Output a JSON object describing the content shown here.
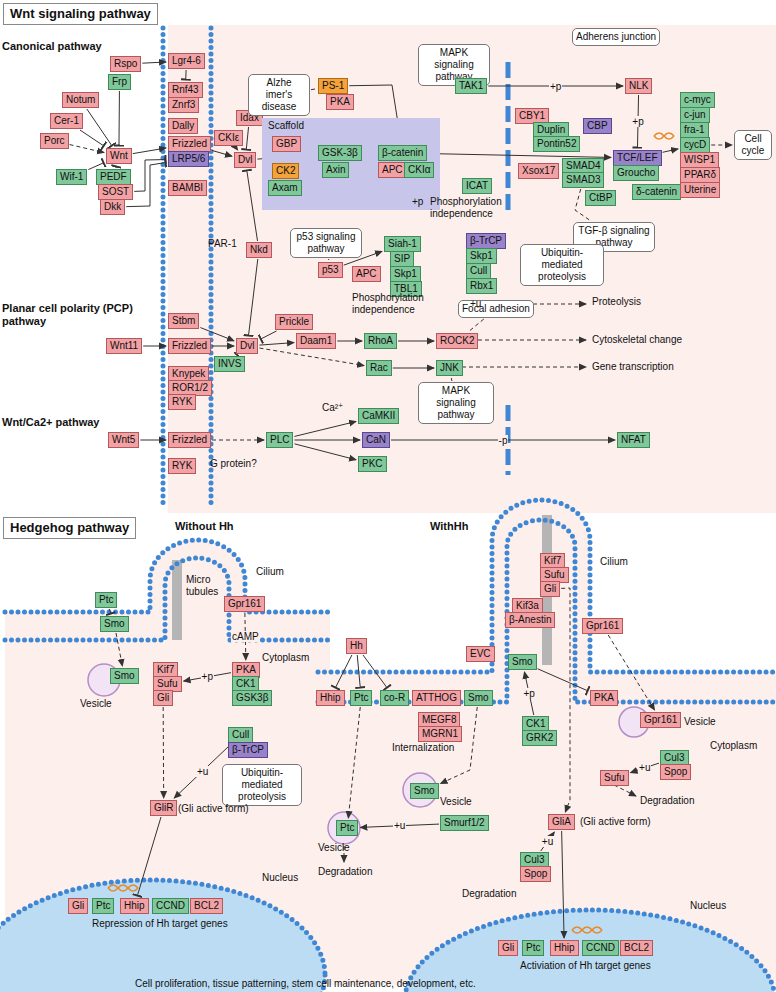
{
  "diagram": {
    "nodes": [
      {
        "text": [
          "Wnt signaling pathway"
        ]
      },
      {
        "text": [
          "Rspo"
        ]
      },
      {
        "text": [
          "Lgr4-6"
        ]
      },
      {
        "text": [
          "Rnf43"
        ]
      },
      {
        "text": [
          "Znrf3"
        ]
      },
      {
        "text": [
          "Notum"
        ]
      },
      {
        "text": [
          "Frp"
        ]
      },
      {
        "text": [
          "Dally"
        ]
      },
      {
        "text": [
          "Cer-1"
        ]
      },
      {
        "text": [
          "Porc"
        ]
      },
      {
        "text": [
          "Wnt"
        ]
      },
      {
        "text": [
          "Frizzled"
        ]
      },
      {
        "text": [
          "LRP5/6"
        ]
      },
      {
        "text": [
          "Wif-1"
        ]
      },
      {
        "text": [
          "PEDF"
        ]
      },
      {
        "text": [
          "SOST"
        ]
      },
      {
        "text": [
          "BAMBI"
        ]
      },
      {
        "text": [
          "Dkk"
        ]
      },
      {
        "text": [
          "Idax"
        ]
      },
      {
        "text": [
          "CKIε"
        ]
      },
      {
        "text": [
          "Dvl"
        ]
      },
      {
        "text": [
          "Alzhe imer's disease"
        ]
      },
      {
        "text": [
          "PS-1"
        ]
      },
      {
        "text": [
          "PKA"
        ]
      },
      {
        "text": [
          "Scaffold"
        ]
      },
      {
        "text": [
          "GBP"
        ],
        "in": 24
      },
      {
        "text": [
          "CK2"
        ],
        "in": 24
      },
      {
        "text": [
          "Axam"
        ],
        "in": 24
      },
      {
        "text": [
          "GSK-3β"
        ],
        "in": 24
      },
      {
        "text": [
          "Axin"
        ],
        "in": 24
      },
      {
        "text": [
          "β-catenin"
        ],
        "in": 24
      },
      {
        "text": [
          "APC"
        ],
        "in": 24
      },
      {
        "text": [
          "CKIα"
        ],
        "in": 24
      },
      {
        "text": [
          "MAPK signaling pathway"
        ]
      },
      {
        "text": [
          "TAK1"
        ]
      },
      {
        "text": [
          "Adherens junction"
        ]
      },
      {
        "text": [
          "NLK"
        ]
      },
      {
        "text": [
          "CBY1"
        ]
      },
      {
        "text": [
          "Duplin"
        ]
      },
      {
        "text": [
          "Pontin52"
        ]
      },
      {
        "text": [
          "CBP"
        ]
      },
      {
        "text": [
          "TCF/LEF"
        ]
      },
      {
        "text": [
          "Xsox17"
        ]
      },
      {
        "text": [
          "SMAD4"
        ]
      },
      {
        "text": [
          "SMAD3"
        ]
      },
      {
        "text": [
          "Groucho"
        ]
      },
      {
        "text": [
          "CtBP"
        ]
      },
      {
        "text": [
          "δ-catenin"
        ]
      },
      {
        "text": [
          "c-myc"
        ]
      },
      {
        "text": [
          "c-jun"
        ]
      },
      {
        "text": [
          "fra-1"
        ]
      },
      {
        "text": [
          "cycD"
        ]
      },
      {
        "text": [
          "WISP1"
        ]
      },
      {
        "text": [
          "PPARδ"
        ]
      },
      {
        "text": [
          "Uterine"
        ]
      },
      {
        "text": [
          "Cell cycle"
        ]
      },
      {
        "text": [
          "ICAT"
        ]
      },
      {
        "text": [
          "TGF-β signaling pathway"
        ]
      },
      {
        "text": [
          "p53 signaling pathway"
        ]
      },
      {
        "text": [
          "p53"
        ]
      },
      {
        "text": [
          "Siah-1"
        ]
      },
      {
        "text": [
          "SIP"
        ]
      },
      {
        "text": [
          "Skp1"
        ]
      },
      {
        "text": [
          "TBL1"
        ]
      },
      {
        "text": [
          "APC"
        ]
      },
      {
        "text": [
          "β-TrCP"
        ]
      },
      {
        "text": [
          "Skp1"
        ]
      },
      {
        "text": [
          "Cull"
        ]
      },
      {
        "text": [
          "Rbx1"
        ]
      },
      {
        "text": [
          "Ubiquitin-mediated proteolysis"
        ]
      },
      {
        "text": [
          "Nkd"
        ]
      },
      {
        "text": [
          "Stbm"
        ]
      },
      {
        "text": [
          "Prickle"
        ]
      },
      {
        "text": [
          "Wnt11"
        ]
      },
      {
        "text": [
          "Frizzled"
        ]
      },
      {
        "text": [
          "INVS"
        ]
      },
      {
        "text": [
          "Knypek"
        ]
      },
      {
        "text": [
          "ROR1/2"
        ]
      },
      {
        "text": [
          "RYK"
        ]
      },
      {
        "text": [
          "Dvl"
        ]
      },
      {
        "text": [
          "Daam1"
        ]
      },
      {
        "text": [
          "RhoA"
        ]
      },
      {
        "text": [
          "ROCK2"
        ]
      },
      {
        "text": [
          "Focal adhesion"
        ]
      },
      {
        "text": [
          "Rac"
        ]
      },
      {
        "text": [
          "JNK"
        ]
      },
      {
        "text": [
          "MAPK signaling pathway"
        ]
      },
      {
        "text": [
          "Wnt5"
        ]
      },
      {
        "text": [
          "Frizzled"
        ]
      },
      {
        "text": [
          "RYK"
        ]
      },
      {
        "text": [
          "PLC"
        ]
      },
      {
        "text": [
          "CaMKII"
        ]
      },
      {
        "text": [
          "CaN"
        ]
      },
      {
        "text": [
          "PKC"
        ]
      },
      {
        "text": [
          "NFAT"
        ]
      },
      {
        "text": [
          "Hedgehog pathway"
        ]
      },
      {
        "text": [
          "Ptc"
        ]
      },
      {
        "text": [
          "Smo"
        ]
      },
      {
        "text": [
          "Smo"
        ]
      },
      {
        "text": [
          "Gpr161"
        ]
      },
      {
        "text": [
          "Kif7"
        ]
      },
      {
        "text": [
          "Sufu"
        ]
      },
      {
        "text": [
          "Gli"
        ]
      },
      {
        "text": [
          "PKA"
        ]
      },
      {
        "text": [
          "CK1"
        ]
      },
      {
        "text": [
          "GSK3β"
        ]
      },
      {
        "text": [
          "Cull"
        ]
      },
      {
        "text": [
          "β-TrCP"
        ]
      },
      {
        "text": [
          "Ubiquitin-mediated proteolysis"
        ]
      },
      {
        "text": [
          "GliR"
        ]
      },
      {
        "text": [
          "Gli"
        ]
      },
      {
        "text": [
          "Ptc"
        ]
      },
      {
        "text": [
          "Hhip"
        ]
      },
      {
        "text": [
          "CCND"
        ]
      },
      {
        "text": [
          "BCL2"
        ]
      },
      {
        "text": [
          "Hh"
        ]
      },
      {
        "text": [
          "Hhip"
        ]
      },
      {
        "text": [
          "Ptc"
        ]
      },
      {
        "text": [
          "co-R"
        ]
      },
      {
        "text": [
          "ATTHOG"
        ]
      },
      {
        "text": [
          "Smo"
        ]
      },
      {
        "text": [
          "EVC"
        ]
      },
      {
        "text": [
          "Smo"
        ]
      },
      {
        "text": [
          "Kif7"
        ]
      },
      {
        "text": [
          "Sufu"
        ]
      },
      {
        "text": [
          "Gli"
        ]
      },
      {
        "text": [
          "Kif3a"
        ]
      },
      {
        "text": [
          "β-Anestin"
        ]
      },
      {
        "text": [
          "Gpr161"
        ]
      },
      {
        "text": [
          "MEGF8"
        ]
      },
      {
        "text": [
          "MGRN1"
        ]
      },
      {
        "text": [
          "CK1"
        ]
      },
      {
        "text": [
          "GRK2"
        ]
      },
      {
        "text": [
          "PKA"
        ]
      },
      {
        "text": [
          "Smo"
        ]
      },
      {
        "text": [
          "Ptc"
        ]
      },
      {
        "text": [
          "Smurf1/2"
        ]
      },
      {
        "text": [
          "Gpr161"
        ]
      },
      {
        "text": [
          "Cul3"
        ]
      },
      {
        "text": [
          "Spop"
        ]
      },
      {
        "text": [
          "Sufu"
        ]
      },
      {
        "text": [
          "GliA"
        ]
      },
      {
        "text": [
          "Cul3"
        ]
      },
      {
        "text": [
          "Spop"
        ]
      },
      {
        "text": [
          "Gli"
        ]
      },
      {
        "text": [
          "Ptc"
        ]
      },
      {
        "text": [
          "Hhip"
        ]
      },
      {
        "text": [
          "CCND"
        ]
      },
      {
        "text": [
          "BCL2"
        ]
      }
    ],
    "edges": [
      {
        "from": 1,
        "to": 2,
        "arrow": "to"
      },
      {
        "from": 2,
        "to": 3,
        "arrow": "to"
      },
      {
        "from": 5,
        "to": 10,
        "arrow": "to"
      },
      {
        "from": 6,
        "to": 10,
        "arrow": "to"
      },
      {
        "from": 8,
        "to": 10,
        "arrow": "to"
      },
      {
        "from": 9,
        "to": 10,
        "arrow": "to"
      },
      {
        "from": 13,
        "to": 10,
        "arrow": "to"
      },
      {
        "from": 14,
        "to": 10,
        "arrow": "to"
      },
      {
        "from": 15,
        "to": 12,
        "arrow": "to"
      },
      {
        "from": 17,
        "to": 12,
        "arrow": "to"
      },
      {
        "from": 10,
        "to": 11,
        "arrow": "to"
      },
      {
        "from": 11,
        "to": 20,
        "arrow": "to"
      },
      {
        "from": 18,
        "to": 20,
        "arrow": "to"
      },
      {
        "from": 19,
        "to": 20,
        "arrow": "to"
      },
      {
        "from": 20,
        "to": 28,
        "arrow": "to"
      },
      {
        "from": 21,
        "to": 22,
        "arrow": "none"
      },
      {
        "from": 22,
        "to": 30,
        "arrow": "to"
      },
      {
        "from": 30,
        "to": 41,
        "arrow": "to"
      },
      {
        "from": 33,
        "to": 34,
        "arrow": "none"
      },
      {
        "from": 34,
        "to": 36,
        "arrow": "to",
        "label": "+p"
      },
      {
        "from": 36,
        "to": 41,
        "arrow": "to",
        "label": "+p"
      },
      {
        "from": 41,
        "to": 51,
        "arrow": "to"
      },
      {
        "from": 51,
        "to": 55,
        "arrow": "to"
      },
      {
        "from": 44,
        "to": 57,
        "arrow": "none"
      },
      {
        "from": 58,
        "to": 59,
        "arrow": "none"
      },
      {
        "from": 59,
        "to": 60,
        "arrow": "to"
      },
      {
        "from": 70,
        "to": 20,
        "arrow": "to"
      },
      {
        "from": 70,
        "to": 79,
        "arrow": "to"
      },
      {
        "from": 73,
        "to": 74,
        "arrow": "to"
      },
      {
        "from": 74,
        "to": 79,
        "arrow": "to"
      },
      {
        "from": 75,
        "to": 79,
        "arrow": "to"
      },
      {
        "from": 72,
        "to": 79,
        "arrow": "to"
      },
      {
        "from": 71,
        "to": 79,
        "arrow": "to"
      },
      {
        "from": 79,
        "to": 80,
        "arrow": "to"
      },
      {
        "from": 80,
        "to": 81,
        "arrow": "to"
      },
      {
        "from": 81,
        "to": 82,
        "arrow": "to"
      },
      {
        "from": 79,
        "to": 84,
        "arrow": "to"
      },
      {
        "from": 84,
        "to": 85,
        "arrow": "to"
      },
      {
        "from": 86,
        "to": 85,
        "arrow": "none"
      },
      {
        "from": 83,
        "to": 82,
        "arrow": "none"
      },
      {
        "from": 87,
        "to": 88,
        "arrow": "to"
      },
      {
        "from": 88,
        "to": 90,
        "arrow": "to"
      },
      {
        "from": 90,
        "to": 91,
        "arrow": "to"
      },
      {
        "from": 90,
        "to": 92,
        "arrow": "to"
      },
      {
        "from": 90,
        "to": 93,
        "arrow": "to"
      },
      {
        "from": 92,
        "to": 94,
        "arrow": "to",
        "label": "-p"
      },
      {
        "from": 96,
        "to": 97,
        "arrow": "to"
      },
      {
        "from": 97,
        "to": 98,
        "arrow": "to"
      },
      {
        "from": 99,
        "to": 103,
        "arrow": "to",
        "label": "cAMP"
      },
      {
        "from": 103,
        "to": 101,
        "arrow": "to",
        "label": "+p"
      },
      {
        "from": 102,
        "to": 109,
        "arrow": "to"
      },
      {
        "from": 106,
        "to": 109,
        "arrow": "to",
        "label": "+u"
      },
      {
        "from": 109,
        "to": 112,
        "arrow": "to"
      },
      {
        "from": 115,
        "to": 116,
        "arrow": "to"
      },
      {
        "from": 115,
        "to": 117,
        "arrow": "to"
      },
      {
        "from": 115,
        "to": 118,
        "arrow": "to"
      },
      {
        "from": 117,
        "to": 135,
        "arrow": "to"
      },
      {
        "from": 136,
        "to": 135,
        "arrow": "to",
        "label": "+u"
      },
      {
        "from": 120,
        "to": 134,
        "arrow": "to"
      },
      {
        "from": 131,
        "to": 122,
        "arrow": "to",
        "label": "+p"
      },
      {
        "from": 122,
        "to": 133,
        "arrow": "to"
      },
      {
        "from": 128,
        "to": 137,
        "arrow": "to"
      },
      {
        "from": 125,
        "to": 141,
        "arrow": "to"
      },
      {
        "from": 138,
        "to": 140,
        "arrow": "to",
        "label": "+u"
      },
      {
        "from": 142,
        "to": 141,
        "arrow": "to",
        "label": "+u"
      },
      {
        "from": 141,
        "to": 146,
        "arrow": "to"
      }
    ],
    "labels": [
      "Canonical pathway",
      "Planar cell polarity (PCP) pathway",
      "Wnt/Ca2+ pathway",
      "PAR-1",
      "+p",
      "Phosphorylation independence",
      "Phosphorylation independence",
      "+u",
      "Proteolysis",
      "Cytoskeletal change",
      "Gene transcription",
      "Ca²⁺",
      "G protein?",
      "Without Hh",
      "WithHh",
      "Micro tubules",
      "Cilium",
      "Cytoplasm",
      "Vesicle",
      "(Gli active form)",
      "Nucleus",
      "Repression of Hh target genes",
      "Cilium",
      "Cytoplasm",
      "Internalization",
      "Vesicle",
      "Vesicle",
      "Degradation",
      "Vesicle",
      "Degradation",
      "(Gli active form)",
      "Degradation",
      "Nucleus",
      "Activiation of Hh target genes",
      "Cell proliferation, tissue patterning, stem cell maintenance, development, etc."
    ]
  }
}
